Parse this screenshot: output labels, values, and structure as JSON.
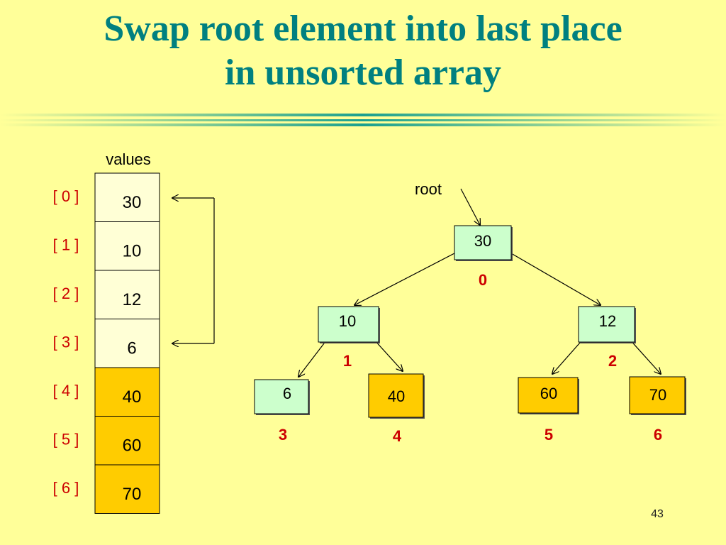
{
  "slide": {
    "title_lines": [
      "Swap root element into last place",
      "in unsorted array"
    ],
    "page_number": "43"
  },
  "colors": {
    "background": "#ffff99",
    "title": "#008080",
    "index_label": "#cc0000",
    "unsorted_cell": "#ffffd6",
    "sorted_cell": "#ffcc00",
    "tree_node": "#ccffcc"
  },
  "array": {
    "header": "values",
    "cells": [
      {
        "index": "[ 0 ]",
        "value": "30",
        "state": "unsorted"
      },
      {
        "index": "[ 1 ]",
        "value": "10",
        "state": "unsorted"
      },
      {
        "index": "[ 2 ]",
        "value": "12",
        "state": "unsorted"
      },
      {
        "index": "[ 3 ]",
        "value": "6",
        "state": "unsorted"
      },
      {
        "index": "[ 4 ]",
        "value": "40",
        "state": "sorted"
      },
      {
        "index": "[ 5 ]",
        "value": "60",
        "state": "sorted"
      },
      {
        "index": "[ 6 ]",
        "value": "70",
        "state": "sorted"
      }
    ],
    "swap_arrow": {
      "from_index": 0,
      "to_index": 3
    }
  },
  "tree": {
    "root_label": "root",
    "nodes": [
      {
        "value": "30",
        "index_label": "0",
        "state": "unsorted"
      },
      {
        "value": "10",
        "index_label": "1",
        "state": "unsorted"
      },
      {
        "value": "12",
        "index_label": "2",
        "state": "unsorted"
      },
      {
        "value": "6",
        "index_label": "3",
        "state": "unsorted"
      },
      {
        "value": "40",
        "index_label": "4",
        "state": "sorted"
      },
      {
        "value": "60",
        "index_label": "5",
        "state": "sorted"
      },
      {
        "value": "70",
        "index_label": "6",
        "state": "sorted"
      }
    ],
    "edges": [
      [
        0,
        1
      ],
      [
        0,
        2
      ],
      [
        1,
        3
      ],
      [
        1,
        4
      ],
      [
        2,
        5
      ],
      [
        2,
        6
      ]
    ]
  }
}
